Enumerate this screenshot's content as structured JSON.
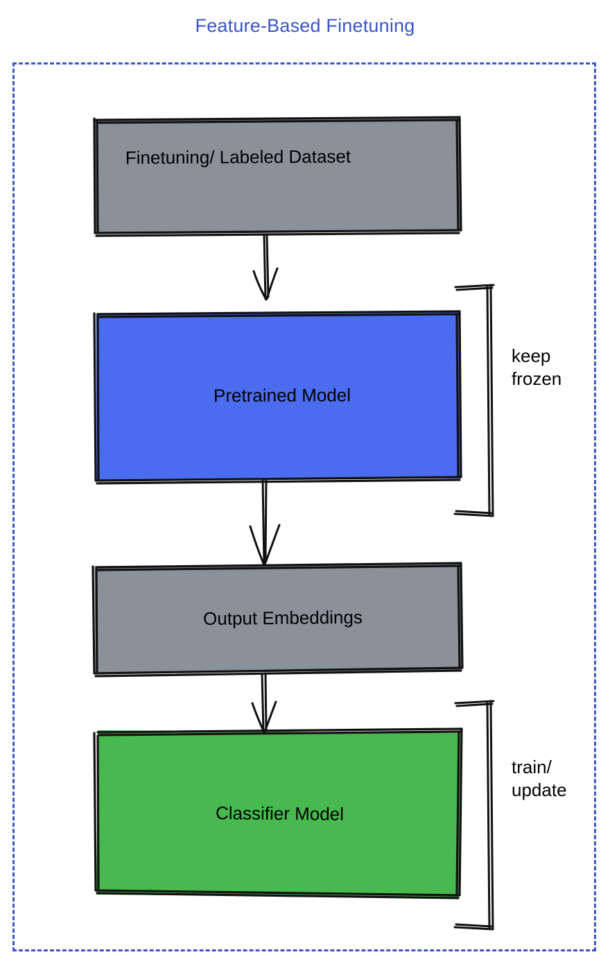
{
  "diagram": {
    "title": "Feature-Based Finetuning",
    "type": "flowchart",
    "style": "hand-drawn sketch",
    "title_color": "#3b55c8",
    "frame_color": "#3b55c8",
    "frame_style": "dashed"
  },
  "nodes": [
    {
      "id": "dataset",
      "label": "Finetuning/ Labeled Dataset",
      "fill": "#8a919b",
      "text_color": "#000000",
      "order": 1
    },
    {
      "id": "pretrained",
      "label": "Pretrained Model",
      "fill": "#4c6cf0",
      "text_color": "#000000",
      "order": 2
    },
    {
      "id": "embeddings",
      "label": "Output Embeddings",
      "fill": "#8a919b",
      "text_color": "#000000",
      "order": 3
    },
    {
      "id": "classifier",
      "label": "Classifier Model",
      "fill": "#48b94f",
      "text_color": "#000000",
      "order": 4
    }
  ],
  "edges": [
    {
      "from": "dataset",
      "to": "pretrained",
      "style": "arrow-down"
    },
    {
      "from": "pretrained",
      "to": "embeddings",
      "style": "arrow-down"
    },
    {
      "from": "embeddings",
      "to": "classifier",
      "style": "arrow-down"
    }
  ],
  "annotations": [
    {
      "id": "keep-frozen",
      "text": "keep\nfrozen",
      "target": "pretrained",
      "bracket": "right"
    },
    {
      "id": "train-update",
      "text": "train/\nupdate",
      "target": "classifier",
      "bracket": "right"
    }
  ]
}
